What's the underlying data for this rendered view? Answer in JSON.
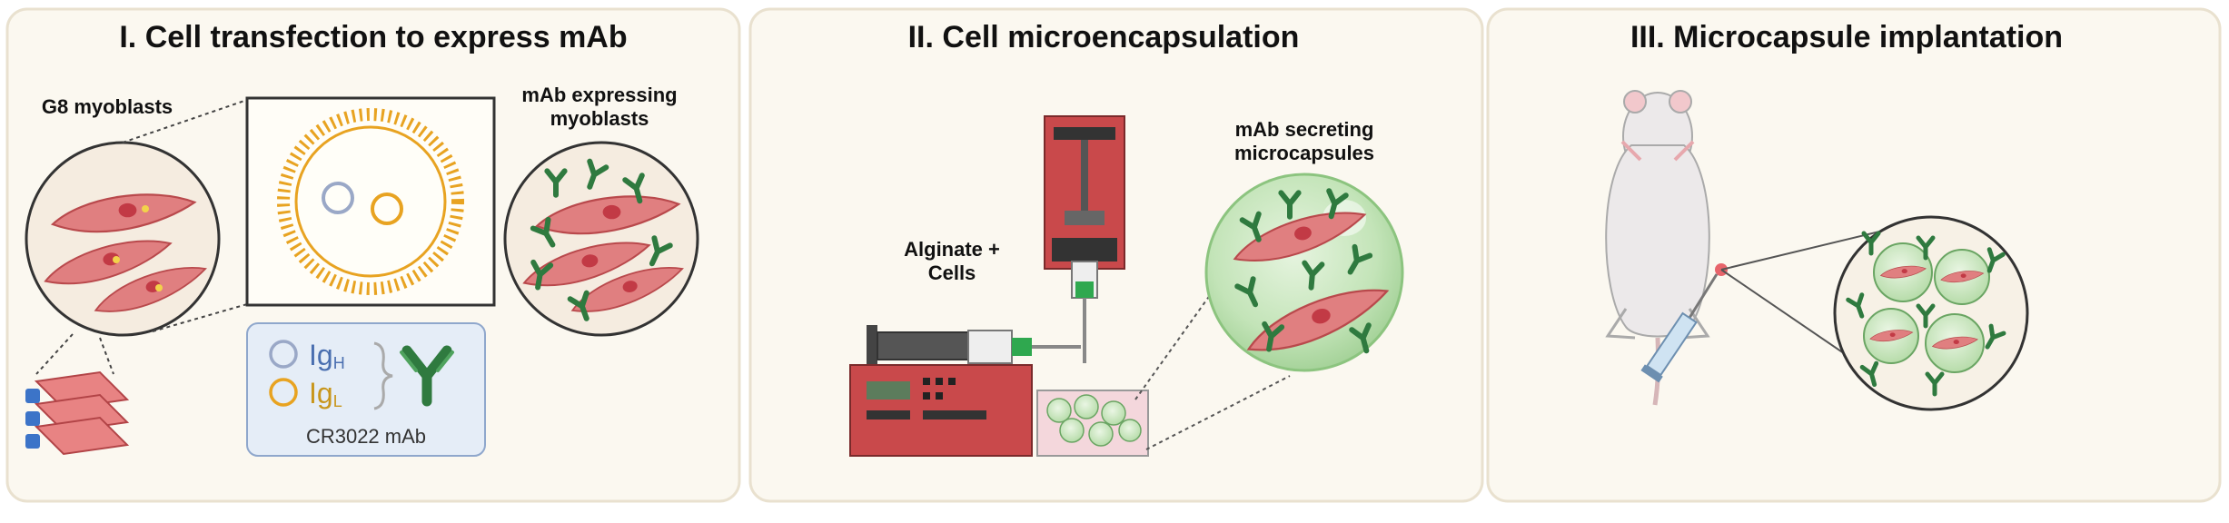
{
  "panels": [
    {
      "title": "I. Cell transfection to express mAb"
    },
    {
      "title": "II. Cell microencapsulation"
    },
    {
      "title": "III. Microcapsule implantation"
    }
  ],
  "panel1": {
    "g8_label": "G8 myoblasts",
    "mab_label_line1": "mAb expressing",
    "mab_label_line2": "myoblasts",
    "ig_h": "Ig",
    "ig_h_sub": "H",
    "ig_l": "Ig",
    "ig_l_sub": "L",
    "antibody_name": "CR3022 mAb"
  },
  "panel2": {
    "alginate_line1": "Alginate +",
    "alginate_line2": "Cells",
    "secreting_line1": "mAb secreting",
    "secreting_line2": "microcapsules"
  },
  "colors": {
    "panel_bg": "#fbf8f0",
    "panel_border": "#e9e1cf",
    "cell_red": "#d9696b",
    "antibody_green": "#2f7a3f",
    "liposome_gold": "#e8a321",
    "pump_red": "#c9494b",
    "capsule_green": "#bfe2b4",
    "ig_h_blue": "#4a6fb0",
    "ig_l_gold": "#c8961c"
  }
}
